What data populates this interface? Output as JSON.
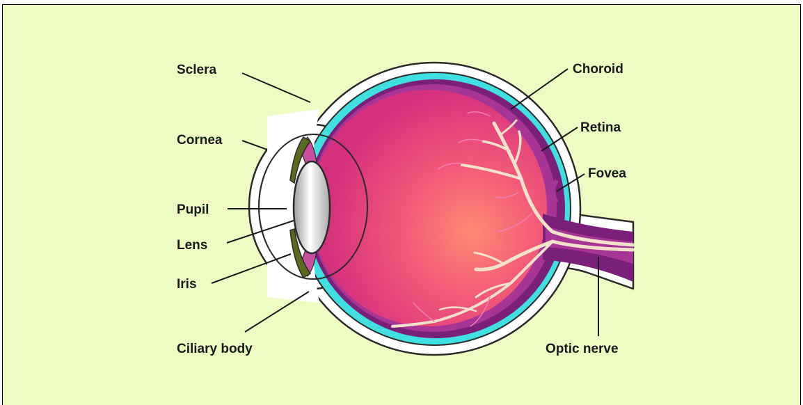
{
  "diagram": {
    "background_color": "#eefcc4",
    "colors": {
      "sclera": "#ffffff",
      "outline": "#2a2a2a",
      "fluid": "#41e0e0",
      "choroid": "#7a1f7a",
      "retina": "#a63596",
      "vitreous": "#e8407a",
      "vessels": "#f2e2cc",
      "lens": "#d6d6d6",
      "iris": "#5a6a1e",
      "ciliary": "#c84ea0"
    },
    "labels": {
      "sclera": "Sclera",
      "cornea": "Cornea",
      "pupil": "Pupil",
      "lens": "Lens",
      "iris": "Iris",
      "ciliary_body": "Ciliary body",
      "choroid": "Choroid",
      "retina": "Retina",
      "fovea": "Fovea",
      "optic_nerve": "Optic nerve"
    }
  }
}
